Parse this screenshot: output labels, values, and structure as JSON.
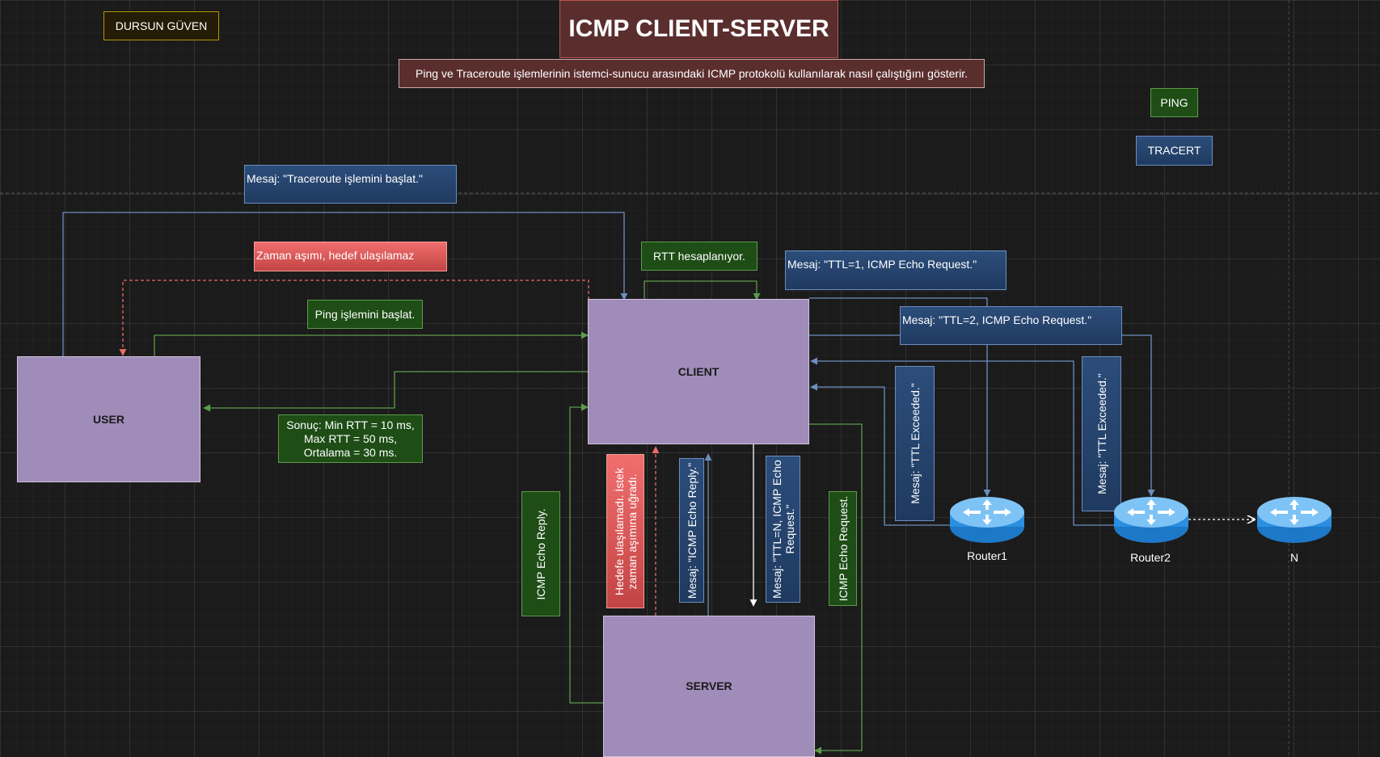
{
  "header": {
    "author": "DURSUN GÜVEN",
    "title": "ICMP CLIENT-SERVER",
    "subtitle": "Ping ve Traceroute işlemlerinin istemci-sunucu arasındaki ICMP protokolü kullanılarak nasıl çalıştığını gösterir."
  },
  "legend": {
    "ping": "PING",
    "tracert": "TRACERT"
  },
  "nodes": {
    "user": "USER",
    "client": "CLIENT",
    "server": "SERVER",
    "router1": "Router1",
    "router2": "Router2",
    "n": "N"
  },
  "labels": {
    "traceroute_start": "Mesaj: \"Traceroute işlemini başlat.\"",
    "timeout": "Zaman aşımı, hedef ulaşılamaz",
    "rtt": "RTT hesaplanıyor.",
    "ttl1": "Mesaj: \"TTL=1, ICMP Echo Request.\"",
    "ttl2": "Mesaj: \"TTL=2, ICMP Echo Request.\"",
    "ping_start": "Ping işlemini başlat.",
    "result": "Sonuç: Min RTT = 10 ms,\nMax RTT = 50 ms,\nOrtalama = 30 ms.",
    "ttl_exceeded_1": "Mesaj: \"TTL Exceeded.\"",
    "ttl_exceeded_2": "Mesaj: \"TTL Exceeded.\"",
    "echo_reply_green": "ICMP Echo Reply.",
    "unreachable": "Hedefe ulaşılamadı. İstek\nzaman aşımına uğradı.",
    "echo_reply_msg": "Mesaj: \"ICMP Echo Reply.\"",
    "ttl_n": "Mesaj: \"TTL=N, ICMP Echo\nRequest.\"",
    "echo_request_green": "ICMP Echo Request."
  },
  "colors": {
    "blue_line": "#6c8ebf",
    "green_line": "#5d9b4b",
    "red_line": "#ea6b66",
    "white_line": "#ffffff",
    "node_fill": "#a08cb8"
  }
}
